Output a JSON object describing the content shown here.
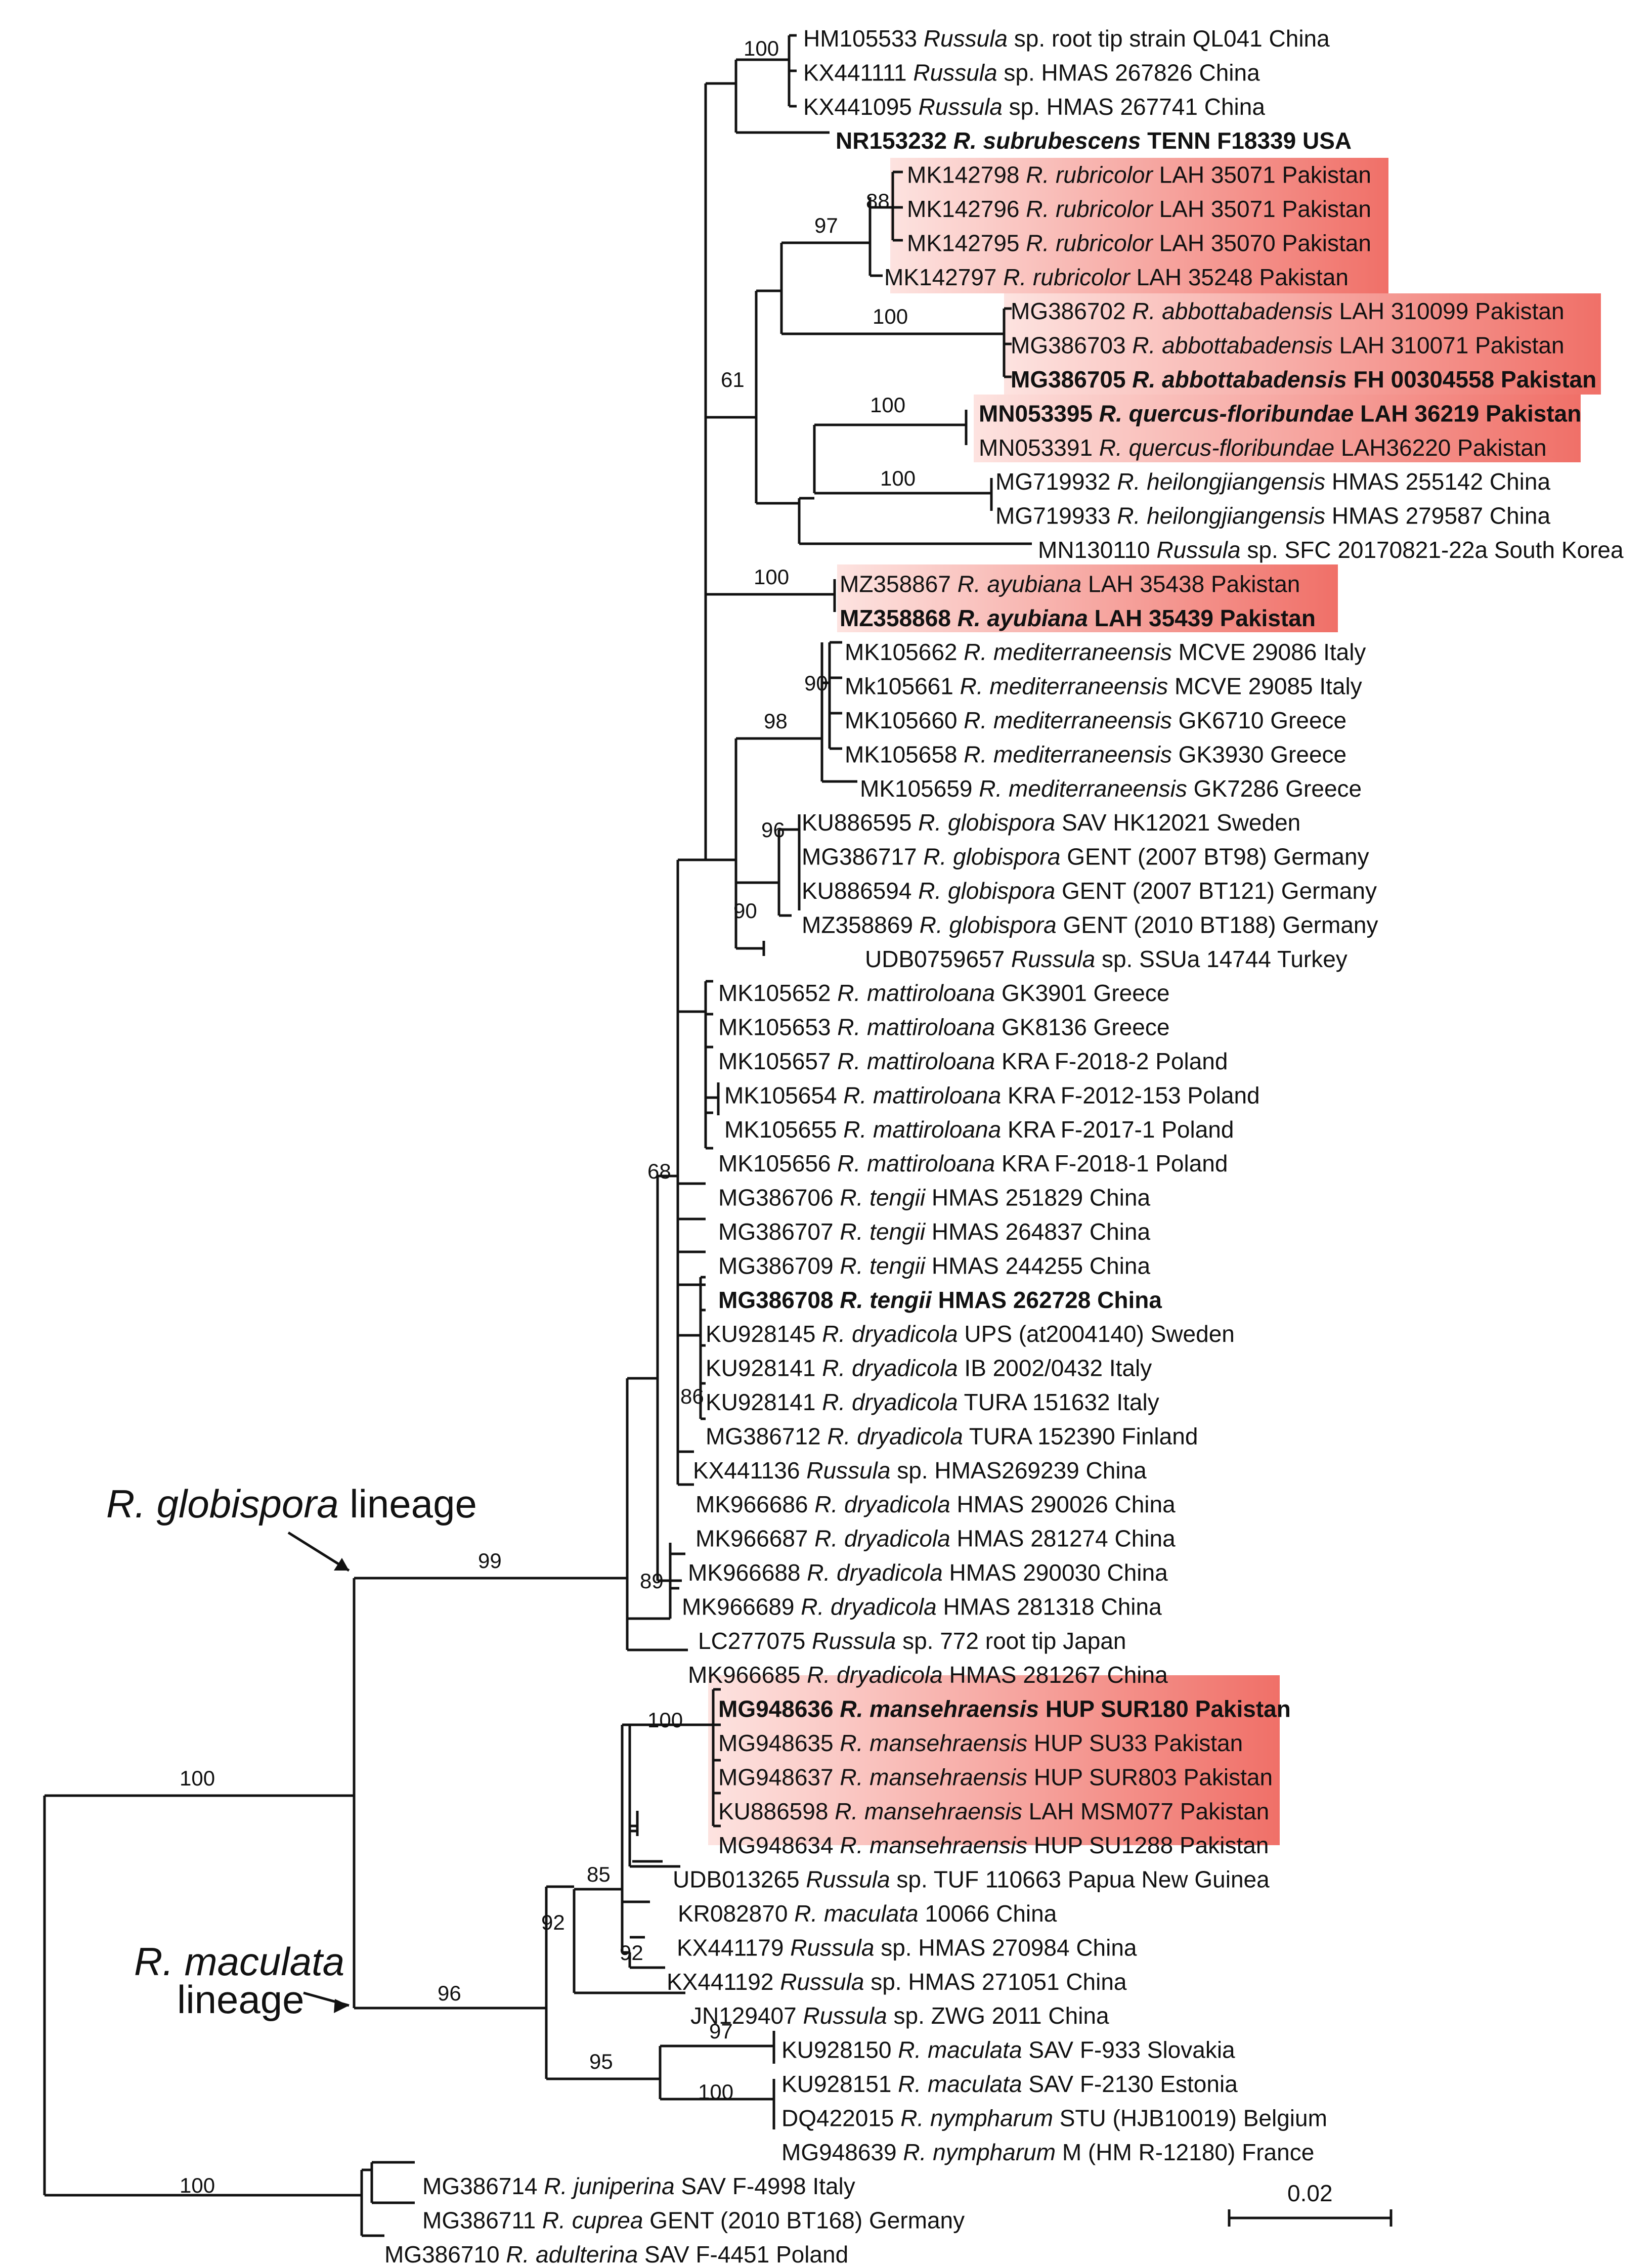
{
  "highlight_colors": {
    "light": "#fde3e0",
    "dark": "#f07068"
  },
  "lineages": [
    {
      "name_italic": "R. globispora",
      "name_rest": " lineage"
    },
    {
      "name_italic": "R. maculata",
      "name_rest": "lineage"
    }
  ],
  "scale_bar": {
    "value": "0.02"
  },
  "support_values": [
    "100",
    "88",
    "97",
    "100",
    "61",
    "100",
    "100",
    "100",
    "90",
    "98",
    "96",
    "90",
    "68",
    "86",
    "89",
    "99",
    "100",
    "85",
    "92",
    "92",
    "97",
    "95",
    "100",
    "96",
    "100",
    "100"
  ],
  "taxa": [
    {
      "acc": "HM105533",
      "sp": "Russula",
      "rest": " sp. root tip strain QL041 China",
      "bold": false
    },
    {
      "acc": "KX441111",
      "sp": "Russula",
      "rest": " sp. HMAS 267826 China",
      "bold": false
    },
    {
      "acc": "KX441095",
      "sp": "Russula",
      "rest": " sp. HMAS 267741 China",
      "bold": false
    },
    {
      "acc": "NR153232",
      "sp": "R. subrubescens",
      "rest": " TENN F18339 USA",
      "bold": true
    },
    {
      "acc": "MK142798",
      "sp": "R. rubricolor",
      "rest": " LAH 35071 Pakistan",
      "bold": false
    },
    {
      "acc": "MK142796",
      "sp": "R. rubricolor",
      "rest": " LAH 35071 Pakistan",
      "bold": false
    },
    {
      "acc": "MK142795",
      "sp": "R. rubricolor",
      "rest": " LAH 35070 Pakistan",
      "bold": false
    },
    {
      "acc": "MK142797",
      "sp": "R. rubricolor",
      "rest": " LAH 35248 Pakistan",
      "bold": false
    },
    {
      "acc": "MG386702",
      "sp": "R. abbottabadensis",
      "rest": " LAH 310099 Pakistan",
      "bold": false
    },
    {
      "acc": "MG386703",
      "sp": "R. abbottabadensis",
      "rest": " LAH 310071 Pakistan",
      "bold": false
    },
    {
      "acc": "MG386705",
      "sp": "R. abbottabadensis",
      "rest": " FH 00304558 Pakistan",
      "bold": true
    },
    {
      "acc": "MN053395",
      "sp": "R. quercus-floribundae",
      "rest": " LAH 36219 Pakistan",
      "bold": true
    },
    {
      "acc": "MN053391",
      "sp": "R. quercus-floribundae",
      "rest": " LAH36220 Pakistan",
      "bold": false
    },
    {
      "acc": "MG719932",
      "sp": "R. heilongjiangensis",
      "rest": " HMAS 255142 China",
      "bold": false
    },
    {
      "acc": "MG719933",
      "sp": "R. heilongjiangensis",
      "rest": " HMAS 279587 China",
      "bold": false
    },
    {
      "acc": "MN130110",
      "sp": "Russula",
      "rest": " sp. SFC 20170821-22a South Korea",
      "bold": false
    },
    {
      "acc": "MZ358867",
      "sp": "R. ayubiana",
      "rest": " LAH 35438 Pakistan",
      "bold": false
    },
    {
      "acc": "MZ358868",
      "sp": "R. ayubiana",
      "rest": " LAH 35439 Pakistan",
      "bold": true
    },
    {
      "acc": "MK105662",
      "sp": "R. mediterraneensis",
      "rest": " MCVE 29086 Italy",
      "bold": false
    },
    {
      "acc": "Mk105661",
      "sp": "R. mediterraneensis",
      "rest": " MCVE 29085 Italy",
      "bold": false
    },
    {
      "acc": "MK105660",
      "sp": "R. mediterraneensis",
      "rest": " GK6710 Greece",
      "bold": false
    },
    {
      "acc": "MK105658",
      "sp": "R. mediterraneensis",
      "rest": " GK3930 Greece",
      "bold": false
    },
    {
      "acc": "MK105659",
      "sp": "R. mediterraneensis",
      "rest": " GK7286 Greece",
      "bold": false
    },
    {
      "acc": "KU886595",
      "sp": "R. globispora",
      "rest": " SAV HK12021 Sweden",
      "bold": false
    },
    {
      "acc": "MG386717",
      "sp": "R. globispora",
      "rest": " GENT (2007 BT98) Germany",
      "bold": false
    },
    {
      "acc": "KU886594",
      "sp": "R. globispora",
      "rest": " GENT (2007 BT121) Germany",
      "bold": false
    },
    {
      "acc": "MZ358869",
      "sp": "R. globispora",
      "rest": " GENT (2010 BT188) Germany",
      "bold": false
    },
    {
      "acc": "UDB0759657",
      "sp": "Russula",
      "rest": " sp. SSUa 14744 Turkey",
      "bold": false
    },
    {
      "acc": "MK105652",
      "sp": "R. mattiroloana",
      "rest": " GK3901 Greece",
      "bold": false
    },
    {
      "acc": "MK105653",
      "sp": "R. mattiroloana",
      "rest": " GK8136 Greece",
      "bold": false
    },
    {
      "acc": "MK105657",
      "sp": "R. mattiroloana",
      "rest": " KRA F-2018-2 Poland",
      "bold": false
    },
    {
      "acc": "MK105654",
      "sp": "R. mattiroloana",
      "rest": " KRA F-2012-153 Poland",
      "bold": false
    },
    {
      "acc": "MK105655",
      "sp": "R. mattiroloana",
      "rest": " KRA F-2017-1 Poland",
      "bold": false
    },
    {
      "acc": "MK105656",
      "sp": "R. mattiroloana",
      "rest": " KRA F-2018-1 Poland",
      "bold": false
    },
    {
      "acc": "MG386706",
      "sp": "R. tengii",
      "rest": " HMAS 251829 China",
      "bold": false
    },
    {
      "acc": "MG386707",
      "sp": "R. tengii",
      "rest": " HMAS 264837 China",
      "bold": false
    },
    {
      "acc": "MG386709",
      "sp": "R. tengii",
      "rest": " HMAS 244255 China",
      "bold": false
    },
    {
      "acc": "MG386708",
      "sp": "R. tengii",
      "rest": " HMAS 262728 China",
      "bold": true
    },
    {
      "acc": "KU928145",
      "sp": "R. dryadicola",
      "rest": " UPS (at2004140) Sweden",
      "bold": false
    },
    {
      "acc": "KU928141",
      "sp": "R. dryadicola",
      "rest": " IB 2002/0432 Italy",
      "bold": false
    },
    {
      "acc": "KU928141",
      "sp": "R. dryadicola",
      "rest": " TURA 151632 Italy",
      "bold": false
    },
    {
      "acc": "MG386712",
      "sp": "R. dryadicola",
      "rest": " TURA 152390 Finland",
      "bold": false
    },
    {
      "acc": "KX441136",
      "sp": "Russula",
      "rest": " sp. HMAS269239 China",
      "bold": false
    },
    {
      "acc": "MK966686",
      "sp": "R. dryadicola",
      "rest": " HMAS 290026 China",
      "bold": false
    },
    {
      "acc": "MK966687",
      "sp": "R. dryadicola",
      "rest": " HMAS 281274 China",
      "bold": false
    },
    {
      "acc": "MK966688",
      "sp": "R. dryadicola",
      "rest": " HMAS 290030 China",
      "bold": false
    },
    {
      "acc": "MK966689",
      "sp": "R. dryadicola",
      "rest": " HMAS 281318 China",
      "bold": false
    },
    {
      "acc": "LC277075",
      "sp": "Russula",
      "rest": " sp. 772 root tip Japan",
      "bold": false
    },
    {
      "acc": "MK966685",
      "sp": "R. dryadicola",
      "rest": " HMAS 281267 China",
      "bold": false
    },
    {
      "acc": "MG948636",
      "sp": "R. mansehraensis",
      "rest": " HUP SUR180 Pakistan",
      "bold": true
    },
    {
      "acc": "MG948635",
      "sp": "R. mansehraensis",
      "rest": " HUP SU33 Pakistan",
      "bold": false
    },
    {
      "acc": "MG948637",
      "sp": "R. mansehraensis",
      "rest": " HUP SUR803 Pakistan",
      "bold": false
    },
    {
      "acc": "KU886598",
      "sp": "R. mansehraensis",
      "rest": " LAH MSM077 Pakistan",
      "bold": false
    },
    {
      "acc": "MG948634",
      "sp": "R. mansehraensis",
      "rest": " HUP SU1288 Pakistan",
      "bold": false
    },
    {
      "acc": "UDB013265",
      "sp": "Russula",
      "rest": " sp. TUF 110663 Papua New Guinea",
      "bold": false
    },
    {
      "acc": "KR082870",
      "sp": "R. maculata",
      "rest": " 10066 China",
      "bold": false
    },
    {
      "acc": "KX441179",
      "sp": "Russula",
      "rest": " sp. HMAS 270984 China",
      "bold": false
    },
    {
      "acc": "KX441192",
      "sp": "Russula",
      "rest": " sp. HMAS 271051 China",
      "bold": false
    },
    {
      "acc": "JN129407",
      "sp": "Russula",
      "rest": " sp. ZWG 2011 China",
      "bold": false
    },
    {
      "acc": "KU928150",
      "sp": "R. maculata",
      "rest": " SAV F-933 Slovakia",
      "bold": false
    },
    {
      "acc": "KU928151",
      "sp": "R. maculata",
      "rest": " SAV F-2130 Estonia",
      "bold": false
    },
    {
      "acc": "DQ422015",
      "sp": "R. nympharum",
      "rest": " STU (HJB10019) Belgium",
      "bold": false
    },
    {
      "acc": "MG948639",
      "sp": "R. nympharum",
      "rest": " M (HM R-12180) France",
      "bold": false
    },
    {
      "acc": "MG386714",
      "sp": "R. juniperina",
      "rest": " SAV F-4998 Italy",
      "bold": false
    },
    {
      "acc": "MG386711",
      "sp": "R. cuprea",
      "rest": " GENT (2010 BT168) Germany",
      "bold": false
    },
    {
      "acc": "MG386710",
      "sp": "R. adulterina",
      "rest": " SAV F-4451 Poland",
      "bold": false
    }
  ]
}
